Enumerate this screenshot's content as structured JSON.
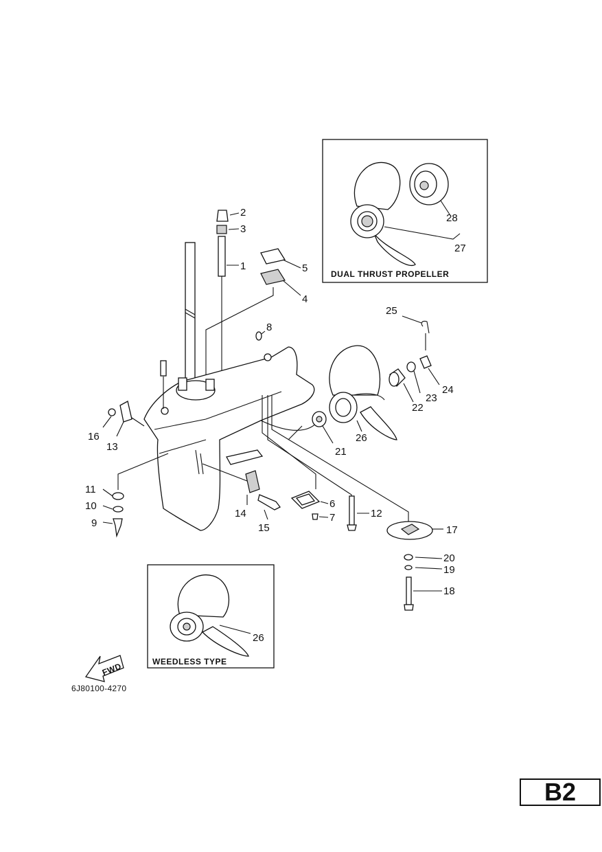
{
  "diagram": {
    "part_numbers": [
      "1",
      "2",
      "3",
      "4",
      "5",
      "6",
      "7",
      "8",
      "9",
      "10",
      "11",
      "12",
      "13",
      "14",
      "15",
      "16",
      "17",
      "18",
      "19",
      "20",
      "21",
      "22",
      "23",
      "24",
      "25",
      "26",
      "27",
      "28"
    ],
    "labels": {
      "p1": "1",
      "p2": "2",
      "p3": "3",
      "p4": "4",
      "p5": "5",
      "p6": "6",
      "p7": "7",
      "p8": "8",
      "p9": "9",
      "p10": "10",
      "p11": "11",
      "p12": "12",
      "p13": "13",
      "p14": "14",
      "p15": "15",
      "p16": "16",
      "p17": "17",
      "p18": "18",
      "p19": "19",
      "p20": "20",
      "p21": "21",
      "p22": "22",
      "p23": "23",
      "p24": "24",
      "p25": "25",
      "p26": "26",
      "p26b": "26",
      "p27": "27",
      "p28": "28"
    },
    "inset_dual_thrust": "DUAL THRUST PROPELLER",
    "inset_weedless": "WEEDLESS TYPE",
    "fwd_arrow": "FWD"
  },
  "footer": {
    "drawing_code": "6J80100-4270",
    "page_id": "B2"
  }
}
